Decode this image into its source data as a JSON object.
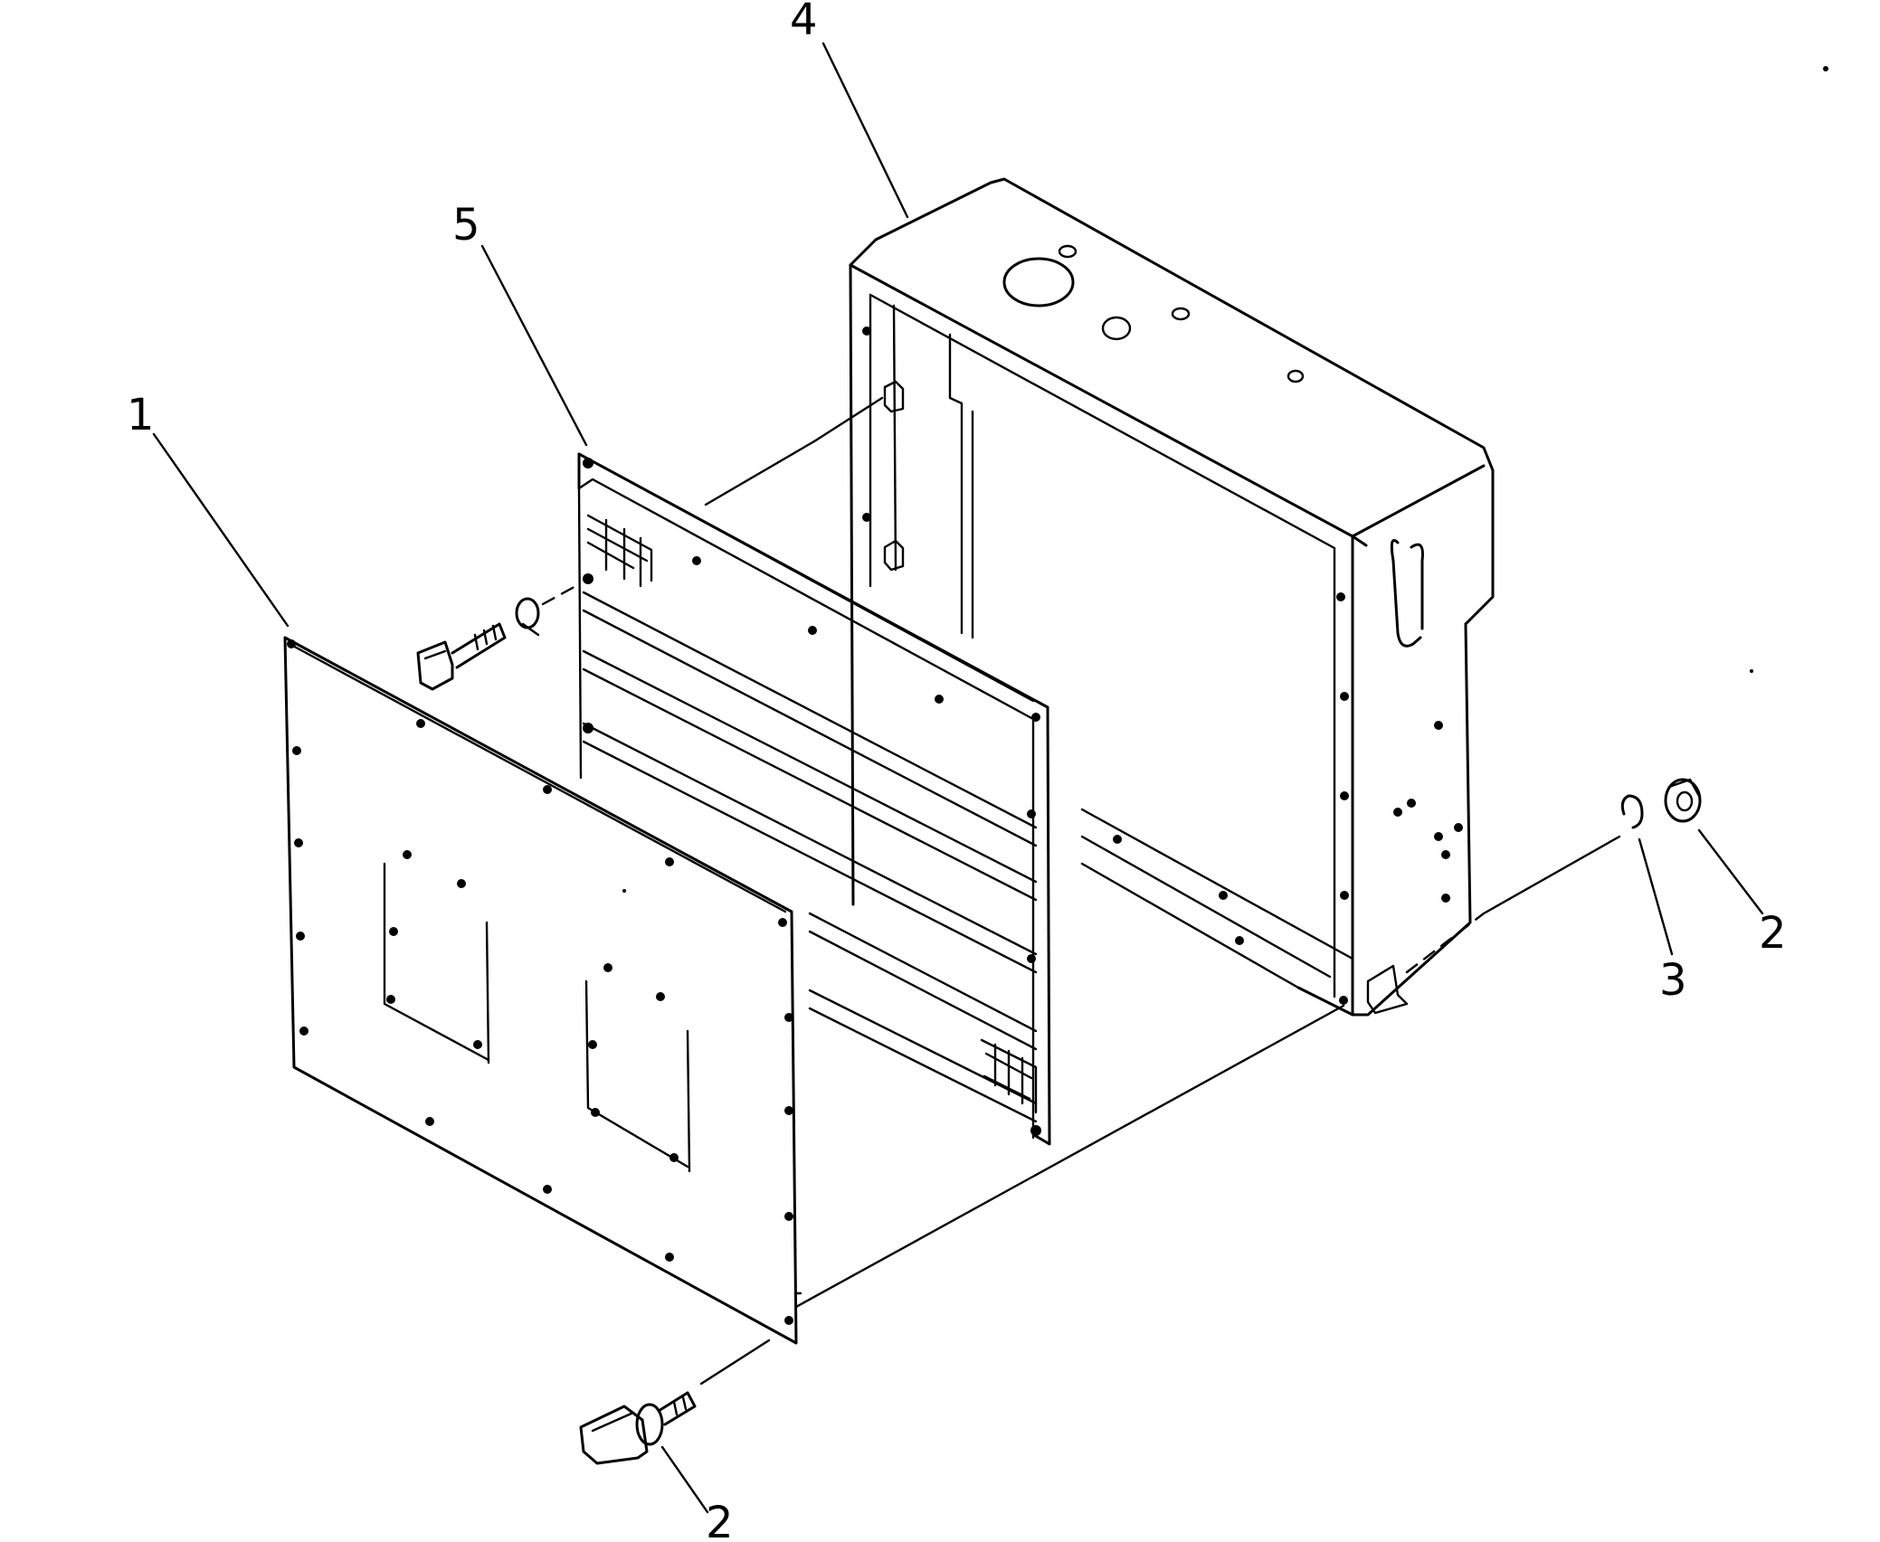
{
  "callouts": [
    {
      "id": "c1",
      "label": "1"
    },
    {
      "id": "c2a",
      "label": "2"
    },
    {
      "id": "c2b",
      "label": "2"
    },
    {
      "id": "c3",
      "label": "3"
    },
    {
      "id": "c4",
      "label": "4"
    },
    {
      "id": "c5",
      "label": "5"
    }
  ]
}
